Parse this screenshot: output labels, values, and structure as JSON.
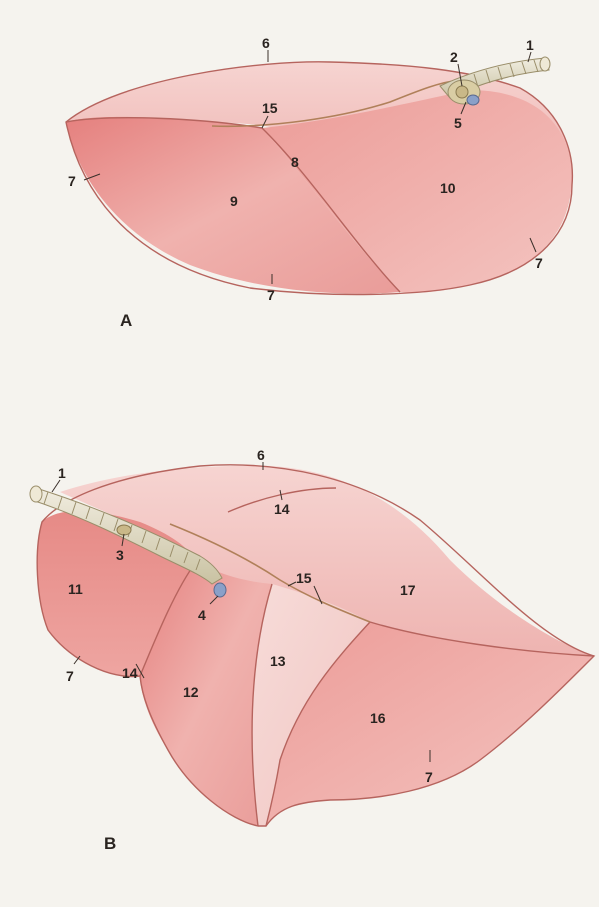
{
  "panels": {
    "a": {
      "title": "A",
      "labels": {
        "n1": "1",
        "n2": "2",
        "n5": "5",
        "n6": "6",
        "n15": "15",
        "n8": "8",
        "n9": "9",
        "n10": "10",
        "n7a": "7",
        "n7b": "7",
        "n7c": "7"
      }
    },
    "b": {
      "title": "B",
      "labels": {
        "n1": "1",
        "n3": "3",
        "n4": "4",
        "n6": "6",
        "n14a": "14",
        "n15": "15",
        "n17": "17",
        "n11": "11",
        "n12": "12",
        "n13": "13",
        "n16": "16",
        "n14b": "14",
        "n7a": "7",
        "n7b": "7"
      }
    }
  },
  "colors": {
    "lobe_light": "#f3c9c6",
    "lobe_mid": "#eaa3a0",
    "lobe_dark": "#e07e7c",
    "edge": "#b6645e",
    "bronchus": "#e8e2c8",
    "vessel": "#8aa0c8"
  }
}
